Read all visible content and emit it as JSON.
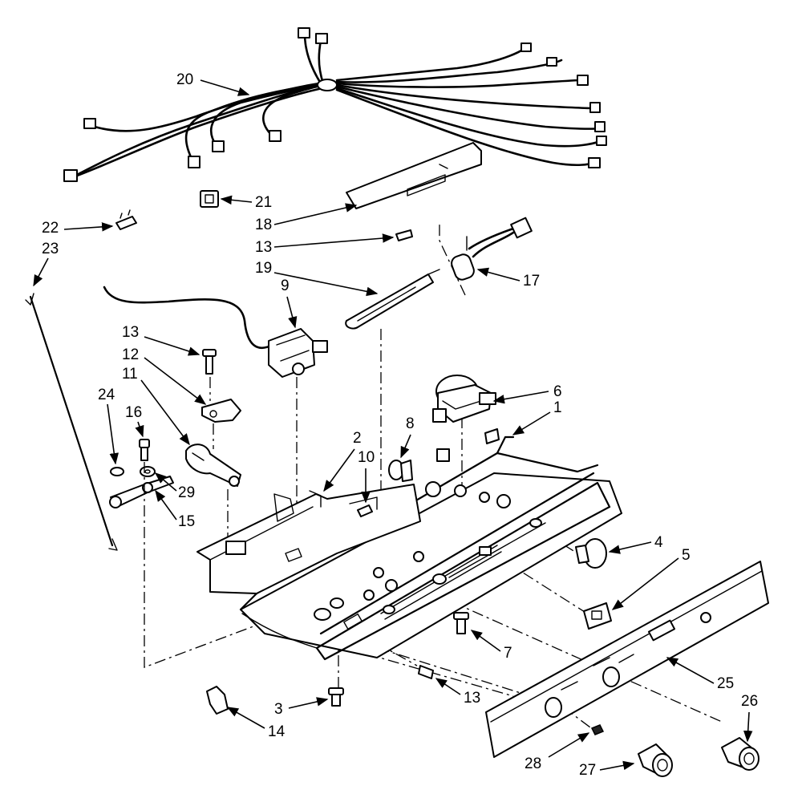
{
  "callouts": [
    {
      "id": "c20",
      "label": "20"
    },
    {
      "id": "c21",
      "label": "21"
    },
    {
      "id": "c18",
      "label": "18"
    },
    {
      "id": "c13a",
      "label": "13"
    },
    {
      "id": "c19",
      "label": "19"
    },
    {
      "id": "c9",
      "label": "9"
    },
    {
      "id": "c17",
      "label": "17"
    },
    {
      "id": "c22",
      "label": "22"
    },
    {
      "id": "c23",
      "label": "23"
    },
    {
      "id": "c13b",
      "label": "13"
    },
    {
      "id": "c12",
      "label": "12"
    },
    {
      "id": "c11",
      "label": "11"
    },
    {
      "id": "c24",
      "label": "24"
    },
    {
      "id": "c16",
      "label": "16"
    },
    {
      "id": "c29",
      "label": "29"
    },
    {
      "id": "c15",
      "label": "15"
    },
    {
      "id": "c6",
      "label": "6"
    },
    {
      "id": "c1",
      "label": "1"
    },
    {
      "id": "c2",
      "label": "2"
    },
    {
      "id": "c10",
      "label": "10"
    },
    {
      "id": "c8",
      "label": "8"
    },
    {
      "id": "c4",
      "label": "4"
    },
    {
      "id": "c5",
      "label": "5"
    },
    {
      "id": "c7",
      "label": "7"
    },
    {
      "id": "c13c",
      "label": "13"
    },
    {
      "id": "c3",
      "label": "3"
    },
    {
      "id": "c14",
      "label": "14"
    },
    {
      "id": "c25",
      "label": "25"
    },
    {
      "id": "c26",
      "label": "26"
    },
    {
      "id": "c28",
      "label": "28"
    },
    {
      "id": "c27",
      "label": "27"
    }
  ]
}
